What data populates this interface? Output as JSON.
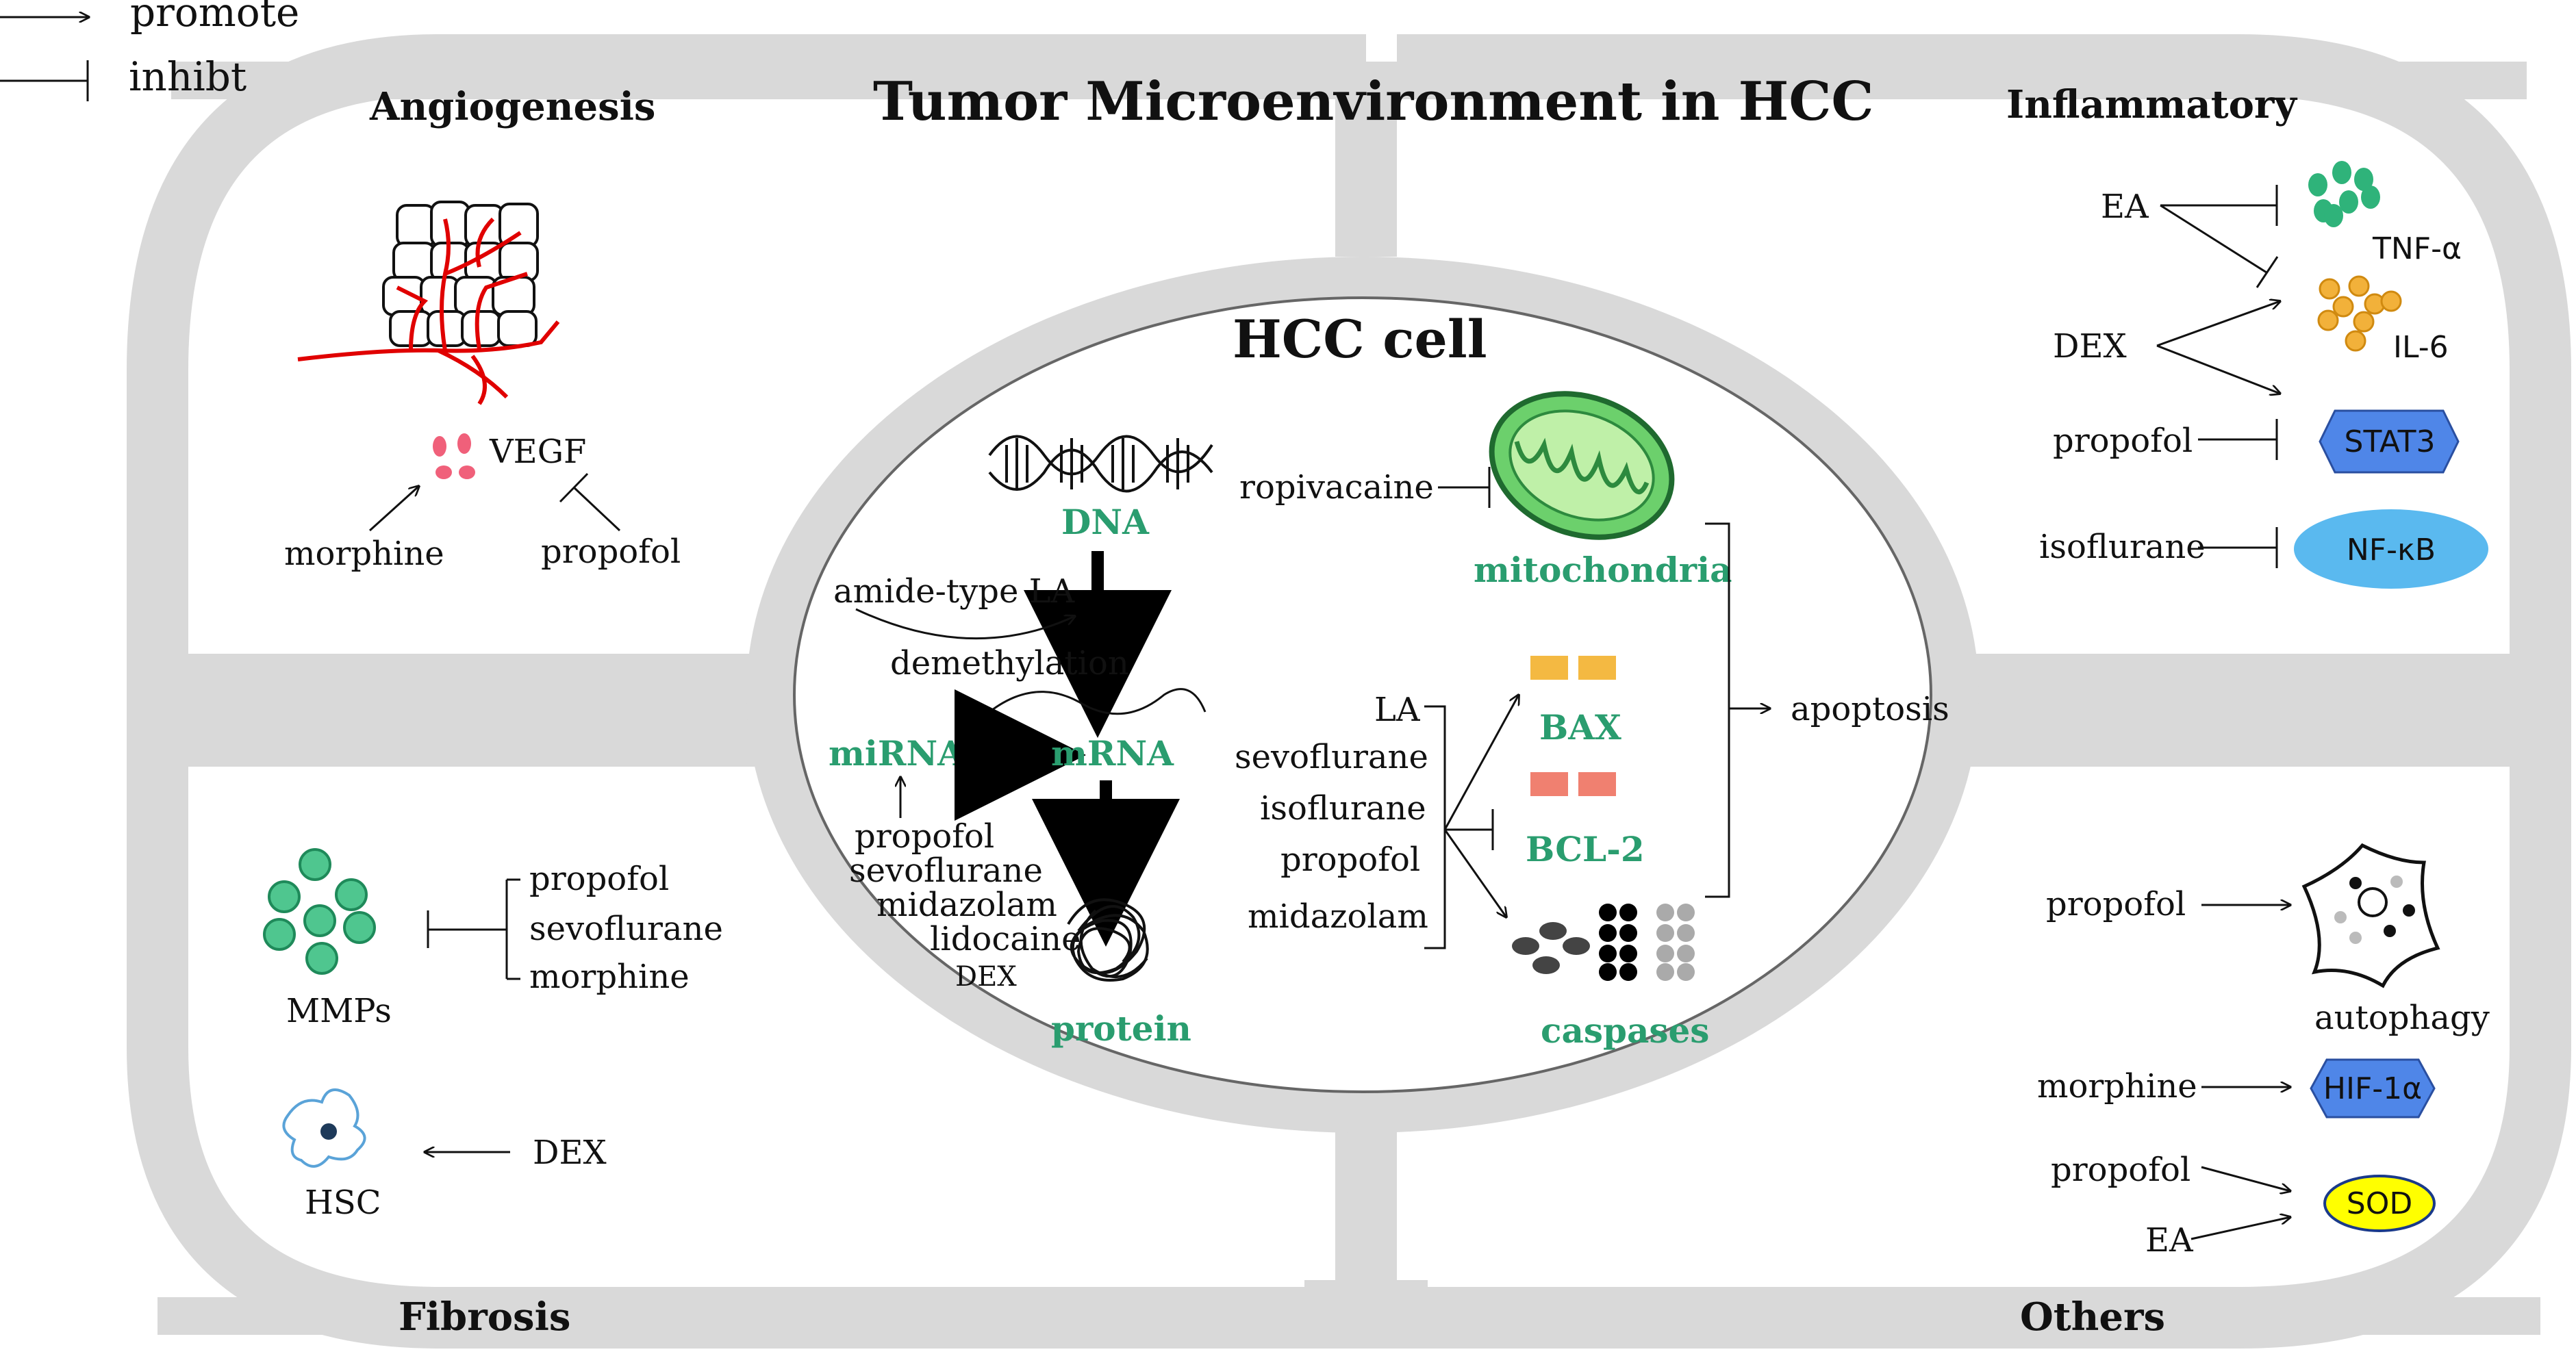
{
  "legend": {
    "promote": "promote",
    "inhibit": "inhibt"
  },
  "title": "Tumor Microenvironment in HCC",
  "cell_title": "HCC cell",
  "quadrants": {
    "angiogenesis": {
      "title": "Angiogenesis",
      "vegf": "VEGF",
      "promoter": "morphine",
      "inhibitor": "propofol"
    },
    "inflammatory": {
      "title": "Inflammatory",
      "rows": [
        {
          "drug": "EA",
          "target": "TNF-α"
        },
        {
          "drug": "DEX",
          "target": "IL-6"
        },
        {
          "drug": "propofol",
          "target": "STAT3"
        },
        {
          "drug": "isoflurane",
          "target": "NF-κB"
        }
      ]
    },
    "fibrosis": {
      "title": "Fibrosis",
      "mmps": "MMPs",
      "mmp_inhibitors": [
        "propofol",
        "sevoflurane",
        "morphine"
      ],
      "hsc": "HSC",
      "hsc_drug": "DEX"
    },
    "others": {
      "title": "Others",
      "autophagy_drug": "propofol",
      "autophagy": "autophagy",
      "hif_drug": "morphine",
      "hif": "HIF-1α",
      "sod_drugs": [
        "propofol",
        "EA"
      ],
      "sod": "SOD"
    }
  },
  "cell": {
    "dna": "DNA",
    "amide_la": "amide-type LA",
    "demethylation": "demethylation",
    "mirnas": "miRNAs",
    "mrna": "mRNA",
    "protein": "protein",
    "mirna_drugs": [
      "propofol",
      "sevoflurane",
      "midazolam",
      "lidocaine",
      "DEX"
    ],
    "ropivacaine": "ropivacaine",
    "mitochondria": "mitochondria",
    "apoptosis_drugs": [
      "LA",
      "sevoflurane",
      "isoflurane",
      "propofol",
      "midazolam"
    ],
    "bax": "BAX",
    "bcl2": "BCL-2",
    "caspases": "caspases",
    "apoptosis": "apoptosis"
  },
  "colors": {
    "frame": "#d9d9d9",
    "green_label": "#2a9d6f",
    "vegf_pink": "#f0607a",
    "vessel_red": "#e00000",
    "tnf_green": "#2fb37a",
    "il6_orange": "#f2b13a",
    "stat3_blue": "#4f86e8",
    "nfkb_blue": "#5ab9ef",
    "hif_blue": "#4f86e8",
    "sod_yellow": "#ffff00",
    "mmp_green": "#4fc68f",
    "mito_green": "#6cd06c",
    "bax_orange": "#f4b942",
    "bcl2_salmon": "#f08070"
  }
}
